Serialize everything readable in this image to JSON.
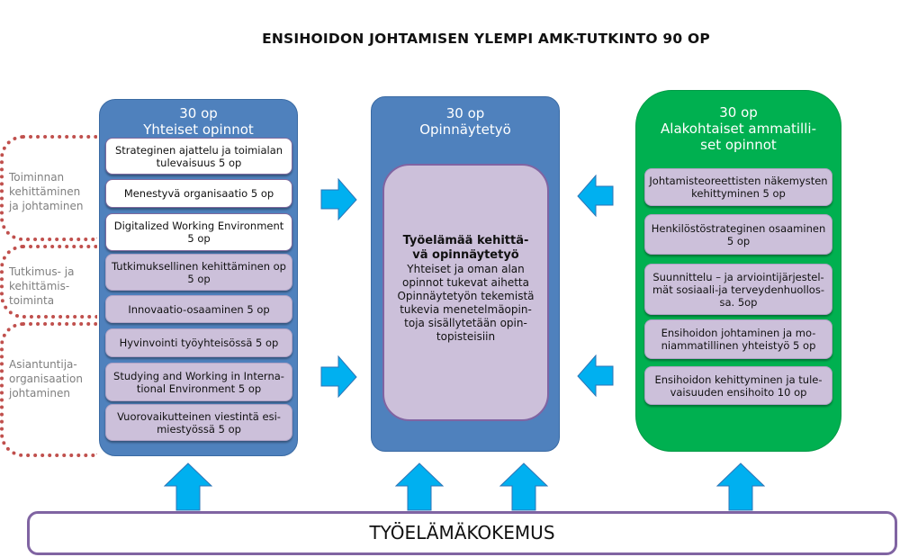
{
  "title": "ENSIHOIDON JOHTAMISEN YLEMPI AMK-TUTKINTO 90 OP",
  "side_labels": [
    "Toiminnan\nkehittäminen\nja johtaminen",
    "Tutkimus- ja\nkehittämis-\ntoiminta",
    "Asiantuntija-\norganisaation\njohtaminen"
  ],
  "left_panel": {
    "title": "30 op\nYhteiset opinnot",
    "courses": [
      "Strateginen ajattelu ja toimialan\ntulevaisuus  5 op",
      "Menestyvä organisaatio 5 op",
      "Digitalized Working Environment\n5 op",
      "Tutkimuksellinen kehittäminen op\n5 op",
      "Innovaatio-osaaminen 5 op",
      "Hyvinvointi työyhteisössä  5 op",
      "Studying and Working in Interna-\ntional Environment  5 op",
      "Vuorovaikutteinen viestintä esi-\nmiestyössä 5 op"
    ]
  },
  "middle_panel": {
    "title": "30 op\nOpinnäytetyö",
    "heading": "Työelämää kehittä-\nvä opinnäytetyö",
    "body": "Yhteiset ja oman alan\nopinnot tukevat aihetta\nOpinnäytetyön tekemistä\ntukevia menetelmäopin-\ntoja sisällytetään opin-\ntopisteisiin"
  },
  "right_panel": {
    "title": "30 op\nAlakohtaiset ammatilli-\nset opinnot",
    "courses": [
      "Johtamisteoreettisten näkemysten\nkehittyminen 5 op",
      "Henkilöstöstrateginen osaaminen\n5 op",
      "Suunnittelu – ja arviointijärjestel-\nmät sosiaali-ja terveydenhuollos-\nsa. 5op",
      "Ensihoidon johtaminen ja mo-\nniammatillinen yhteistyö 5 op",
      "Ensihoidon kehittyminen ja tule-\nvaisuuden ensihoito 10 op"
    ]
  },
  "bottom": "TYÖELÄMÄKOKEMUS",
  "colors": {
    "blue_panel": "#4f81bd",
    "green_panel": "#00b050",
    "lavender": "#ccc0da",
    "arrow": "#00b0f0",
    "bracket": "#c0504d",
    "border_purple": "#8064a2"
  }
}
